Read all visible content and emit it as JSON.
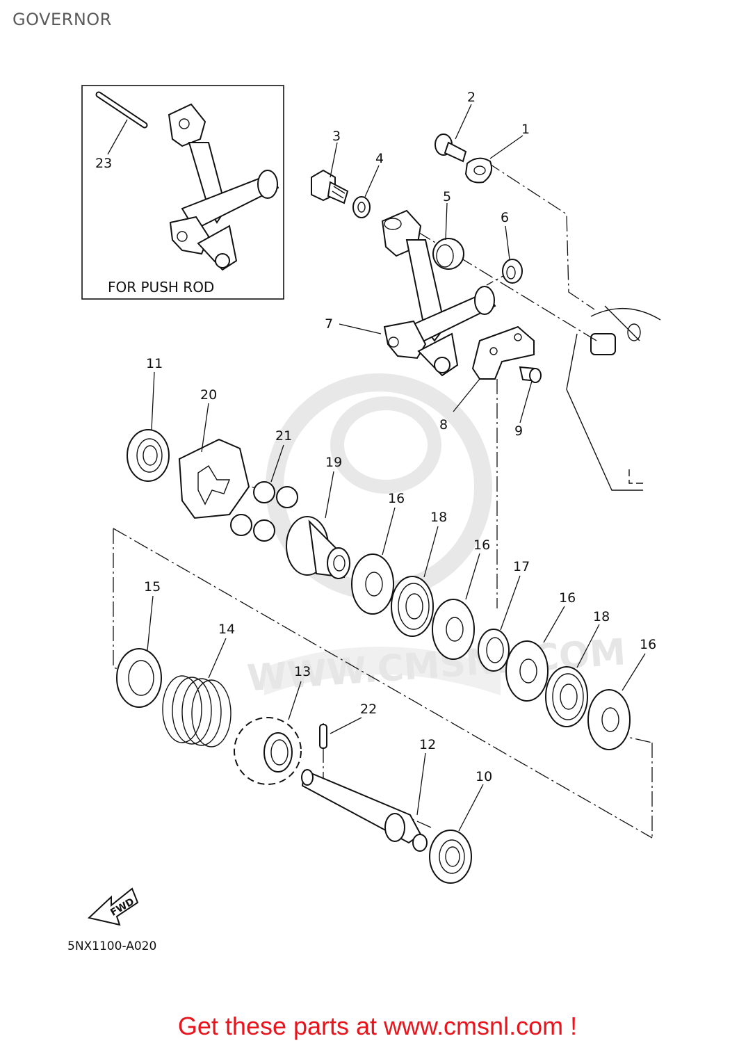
{
  "title": "GOVERNOR",
  "inset": {
    "caption": "FOR PUSH ROD"
  },
  "callouts": [
    "1",
    "2",
    "3",
    "4",
    "5",
    "6",
    "7",
    "8",
    "9",
    "10",
    "11",
    "12",
    "13",
    "14",
    "15",
    "16",
    "16",
    "16",
    "16",
    "17",
    "18",
    "18",
    "19",
    "20",
    "21",
    "22",
    "23"
  ],
  "fwd_label": "FWD",
  "drawing_code": "5NX1100-A020",
  "watermark": "WWW.CMSNL.COM",
  "footer": {
    "cta": "Get these parts at www.cmsnl.com !",
    "color": "#e8141c"
  },
  "colors": {
    "ink": "#111111",
    "title_text": "#5a5a5a",
    "watermark": "#e6e6e6"
  }
}
